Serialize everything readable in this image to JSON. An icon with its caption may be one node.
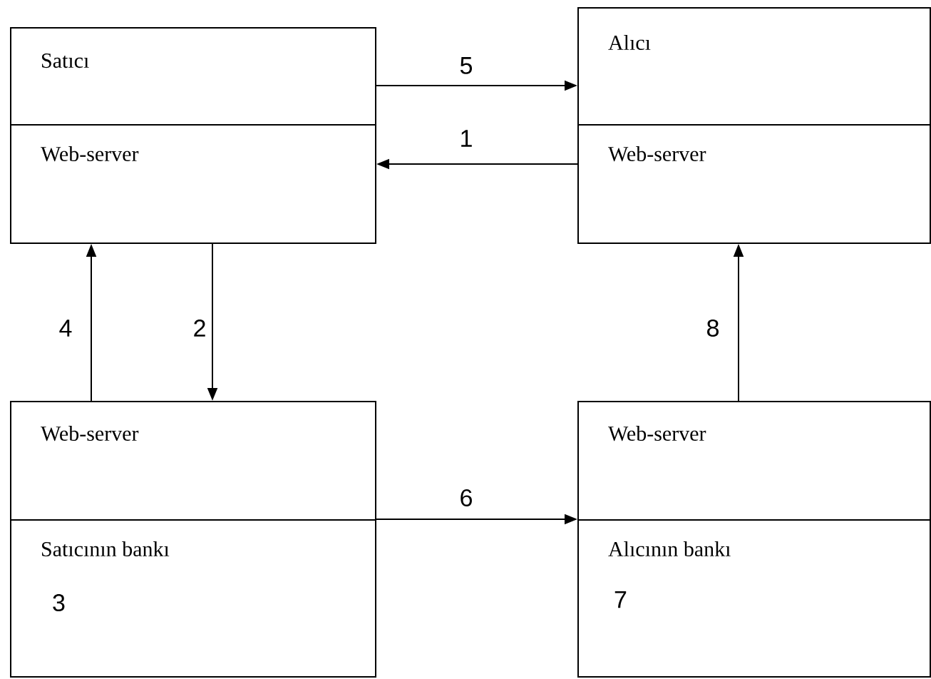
{
  "diagram": {
    "nodes": [
      {
        "text": [
          "Satıcı"
        ]
      },
      {
        "text": [
          "Web-server"
        ]
      },
      {
        "text": [
          "Alıcı"
        ]
      },
      {
        "text": [
          "Web-server"
        ]
      },
      {
        "text": [
          "Web-server"
        ]
      },
      {
        "text": [
          "Satıcının bankı",
          "3"
        ]
      },
      {
        "text": [
          "Web-server"
        ]
      },
      {
        "text": [
          "Alıcının bankı",
          "7"
        ]
      }
    ],
    "edges": [
      {
        "from": 0,
        "to": 2,
        "arrow": "to",
        "label": "5"
      },
      {
        "from": 3,
        "to": 1,
        "arrow": "to",
        "label": "1"
      },
      {
        "from": 1,
        "to": 4,
        "arrow": "to",
        "label": "2"
      },
      {
        "from": 4,
        "to": 1,
        "arrow": "to",
        "label": "4"
      },
      {
        "from": 4,
        "to": 6,
        "arrow": "to",
        "label": "6"
      },
      {
        "from": 6,
        "to": 3,
        "arrow": "to",
        "label": "8"
      }
    ]
  }
}
